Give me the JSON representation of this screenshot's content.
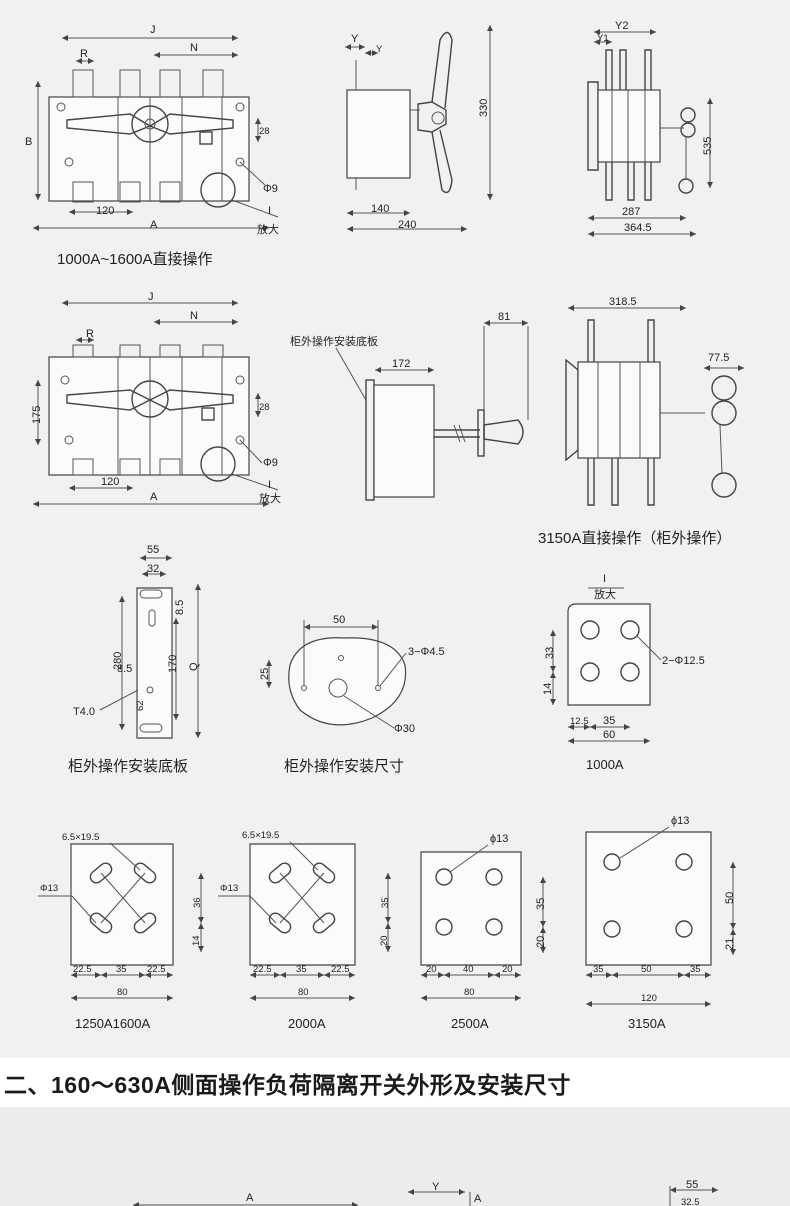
{
  "captions": {
    "direct_1000_1600": "1000A~1600A直接操作",
    "direct_3150": "3150A直接操作（柜外操作）",
    "mount_plate": "柜外操作安装底板",
    "mount_size": "柜外操作安装尺寸",
    "c1000": "1000A",
    "c1250_1600": "1250A1600A",
    "c2000": "2000A",
    "c2500": "2500A",
    "c3150": "3150A"
  },
  "labels": {
    "J": "J",
    "N": "N",
    "R": "R",
    "B": "B",
    "A": "A",
    "Y": "Y",
    "Y1": "Y1",
    "Y2": "Y2",
    "I": "I",
    "Q": "Q",
    "phi9": "Φ9",
    "enlarge": "放大",
    "cabinet_plate": "柜外操作安装底板",
    "d28": "28",
    "d120": "120",
    "d140": "140",
    "d240": "240",
    "d330": "330",
    "d287": "287",
    "d364_5": "364.5",
    "d535": "535",
    "d175": "175",
    "d172": "172",
    "d81": "81",
    "d318_5": "318.5",
    "d77_5": "77.5",
    "d55": "55",
    "d32": "32",
    "d8_5": "8.5",
    "d280": "280",
    "d170": "170",
    "d62": "62",
    "t4": "T4.0",
    "d50": "50",
    "d25": "25",
    "h3": "3−Φ4.5",
    "phi30": "Φ30",
    "d33": "33",
    "d14": "14",
    "d12_5": "12.5",
    "d35": "35",
    "d60": "60",
    "h2": "2−Φ12.5",
    "slot": "6.5×19.5",
    "phi13": "Φ13",
    "phi13b": "ϕ13",
    "d36": "36",
    "d22_5": "22.5",
    "d80": "80",
    "d20": "20",
    "d40": "40",
    "d21": "21"
  },
  "section_heading": "二、160～630A侧面操作负荷隔离开关外形及安装尺寸",
  "bottom_labels": {
    "A": "A",
    "Y": "Y",
    "A2": "A",
    "d55": "55",
    "d32_5": "32.5"
  }
}
